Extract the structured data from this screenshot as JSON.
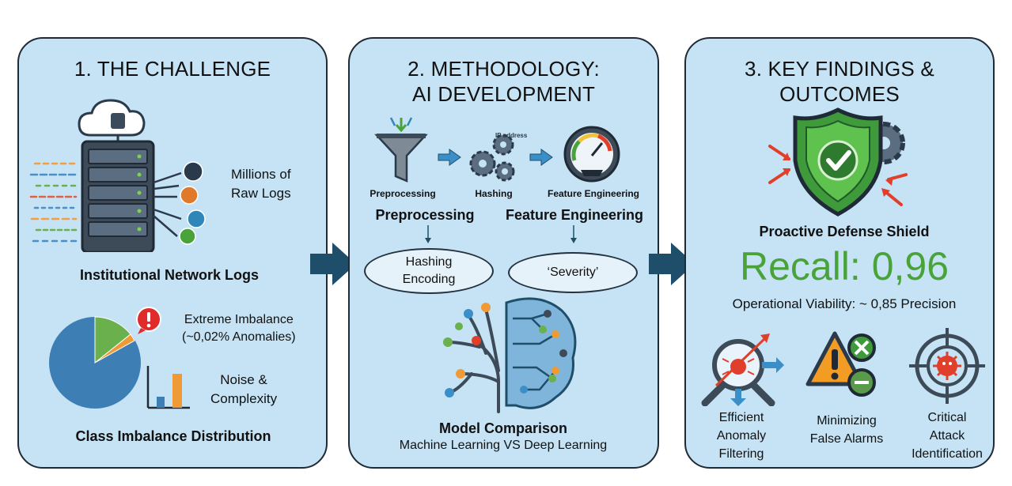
{
  "panel1": {
    "title": "1. THE CHALLENGE",
    "raw_logs": [
      "Millions of",
      "Raw Logs"
    ],
    "network_logs": "Institutional Network Logs",
    "imbalance": [
      "Extreme Imbalance",
      "(~0,02% Anomalies)"
    ],
    "noise": [
      "Noise &",
      "Complexity"
    ],
    "distribution": "Class Imbalance Distribution"
  },
  "panel2": {
    "title": [
      "2. METHODOLOGY:",
      "AI DEVELOPMENT"
    ],
    "icon_labels": [
      "Preprocessing",
      "Hashing",
      "Feature Engineering"
    ],
    "ip_label": "IP address",
    "step_labels": [
      "Preprocessing",
      "Feature Engineering"
    ],
    "ellipse_hashing": [
      "Hashing",
      "Encoding"
    ],
    "ellipse_severity": "‘Severity’",
    "model_title": "Model Comparison",
    "model_subtitle": "Machine Learning VS Deep Learning"
  },
  "panel3": {
    "title": [
      "3. KEY FINDINGS &",
      "OUTCOMES"
    ],
    "shield_label": "Proactive Defense Shield",
    "recall": "Recall: 0,96",
    "viability": "Operational Viability: ~ 0,85 Precision",
    "outcomes": [
      [
        "Efficient",
        "Anomaly",
        "Filtering"
      ],
      [
        "Minimizing",
        "False Alarms"
      ],
      [
        "Critical",
        "Attack",
        "Identification"
      ]
    ]
  },
  "colors": {
    "panel_bg": "#c5e3f4",
    "panel_border": "#1f2a36",
    "arrow": "#1f4e6b",
    "recall": "#4aa33a",
    "pie_main": "#3d7fb5",
    "pie_green": "#6ab04c",
    "pie_orange": "#f09a35"
  }
}
